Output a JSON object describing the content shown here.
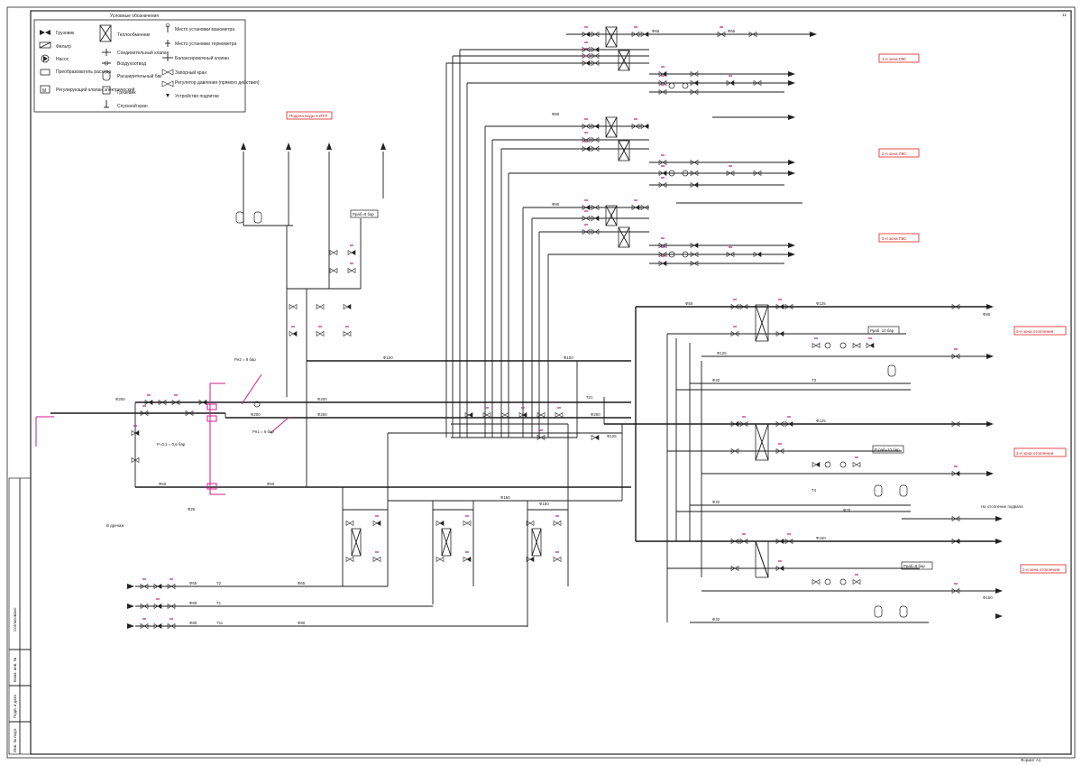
{
  "sheet": {
    "page_number": "11",
    "format": "Формат А1"
  },
  "legend": {
    "title": "Условные обозначения",
    "col1": [
      {
        "icon": "gate-valve-icon",
        "label": "Грузовик"
      },
      {
        "icon": "filter-icon",
        "label": "Фильтр"
      },
      {
        "icon": "pump-icon",
        "label": "Насос"
      },
      {
        "icon": "converter-icon",
        "label": "Преобразователь расхода"
      },
      {
        "icon": "regulating-valve-icon",
        "label": "Регулирующий клапан электрический"
      }
    ],
    "col2": [
      {
        "icon": "heat-exchanger-icon",
        "label": "Теплообменник"
      },
      {
        "icon": "check-valve-icon",
        "label": "Соединительный клапан"
      },
      {
        "icon": "gauge-icon",
        "label": "Воздухоотвод"
      },
      {
        "icon": "tank-icon",
        "label": "Расширительный бак"
      },
      {
        "icon": "trap-icon",
        "label": "Грязевик"
      },
      {
        "icon": "drain-icon",
        "label": "Спускной кран"
      }
    ],
    "col3": [
      {
        "icon": "manometer-icon",
        "label": "Место установки манометра"
      },
      {
        "icon": "thermometer-icon",
        "label": "Место установки термометра"
      },
      {
        "icon": "balancing-valve-icon",
        "label": "Балансировочный клапан"
      },
      {
        "icon": "ball-valve-icon",
        "label": "Запорный кран"
      },
      {
        "icon": "pressure-regulator-icon",
        "label": "Регулятор давления (прямого действия)"
      },
      {
        "icon": "safety-group-icon",
        "label": "Устройство подпитки"
      }
    ]
  },
  "notes": [
    {
      "id": "note-podacha",
      "text": "Подача воды в ИТП"
    },
    {
      "id": "note-1zone",
      "text": "1-я зона ГВС"
    },
    {
      "id": "note-2zone",
      "text": "2-я зона ГВС"
    },
    {
      "id": "note-3zone",
      "text": "3-я зона ГВС"
    },
    {
      "id": "note-heat3",
      "text": "3-я зона отопления"
    },
    {
      "id": "note-heat2",
      "text": "2-я зона отопления"
    },
    {
      "id": "note-heat1",
      "text": "1-я зона отопления"
    }
  ],
  "pressure_boxes": [
    {
      "id": "p1",
      "text": "Рраб=6 бар"
    },
    {
      "id": "p2",
      "text": "Рраб. 10 бар"
    },
    {
      "id": "p3",
      "text": "Р раб=10 бар"
    },
    {
      "id": "p4",
      "text": "Рраб=8 бар"
    }
  ],
  "pipe_labels": {
    "d50": "Ф50",
    "d65": "Ф65",
    "d80": "Ф80",
    "d100": "Ф100",
    "d125": "Ф125",
    "d150": "Ф150",
    "d200": "Ф200",
    "d32": "Ф32",
    "d25": "Ф25",
    "d20": "Ф20",
    "t2": "Т2",
    "t1": "Т1",
    "t11": "Т11",
    "t21": "Т21",
    "t3": "Т3",
    "t4": "Т4"
  },
  "misc": {
    "from_city": "В дренаж",
    "to_heat": "На отопление подвала",
    "inlet_a": "Рн2 = 8 бар",
    "inlet_b": "Рн1 = 6 бар",
    "inlet_c": "Р=0,1 = 0,6 бар"
  },
  "title_block": {
    "cells": [
      "Согласовано",
      "Взам. инв. №",
      "Подп. и дата",
      "Инв. № подл."
    ]
  }
}
